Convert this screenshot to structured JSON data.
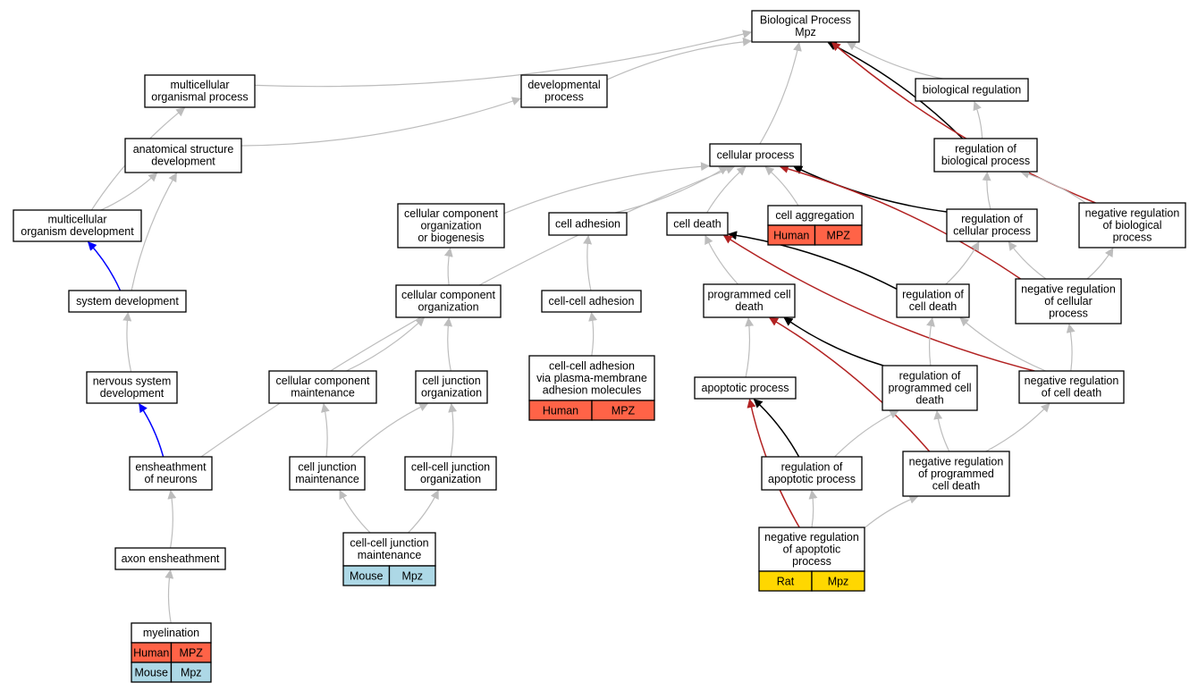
{
  "colors": {
    "human": "#ff6347",
    "mouse": "#add8e6",
    "rat": "#ffd700",
    "edge_default": "#bdbdbd",
    "edge_black": "#000000",
    "edge_blue": "#0000ff",
    "edge_red": "#b22222"
  },
  "nodes": [
    {
      "id": "bp",
      "lines": [
        "Biological Process",
        "Mpz"
      ]
    },
    {
      "id": "mop",
      "lines": [
        "multicellular",
        "organismal process"
      ]
    },
    {
      "id": "dp",
      "lines": [
        "developmental",
        "process"
      ]
    },
    {
      "id": "breg",
      "lines": [
        "biological regulation"
      ]
    },
    {
      "id": "asd",
      "lines": [
        "anatomical structure",
        "development"
      ]
    },
    {
      "id": "cp",
      "lines": [
        "cellular process"
      ]
    },
    {
      "id": "rbp",
      "lines": [
        "regulation of",
        "biological process"
      ]
    },
    {
      "id": "mod",
      "lines": [
        "multicellular",
        "organism development"
      ]
    },
    {
      "id": "ccob",
      "lines": [
        "cellular component",
        "organization",
        "or biogenesis"
      ]
    },
    {
      "id": "ca",
      "lines": [
        "cell adhesion"
      ]
    },
    {
      "id": "cd",
      "lines": [
        "cell death"
      ]
    },
    {
      "id": "cagg",
      "lines": [
        "cell aggregation"
      ],
      "tags": [
        [
          {
            "text": "Human",
            "color": "human"
          },
          {
            "text": "MPZ",
            "color": "human"
          }
        ]
      ]
    },
    {
      "id": "rcp",
      "lines": [
        "regulation of",
        "cellular process"
      ]
    },
    {
      "id": "nrbp",
      "lines": [
        "negative regulation",
        "of biological",
        "process"
      ]
    },
    {
      "id": "sd",
      "lines": [
        "system development"
      ]
    },
    {
      "id": "cco",
      "lines": [
        "cellular component",
        "organization"
      ]
    },
    {
      "id": "cca",
      "lines": [
        "cell-cell adhesion"
      ]
    },
    {
      "id": "pcd",
      "lines": [
        "programmed cell",
        "death"
      ]
    },
    {
      "id": "rcd",
      "lines": [
        "regulation of",
        "cell death"
      ]
    },
    {
      "id": "nrcp",
      "lines": [
        "negative regulation",
        "of cellular",
        "process"
      ]
    },
    {
      "id": "nsd",
      "lines": [
        "nervous system",
        "development"
      ]
    },
    {
      "id": "ccm",
      "lines": [
        "cellular component",
        "maintenance"
      ]
    },
    {
      "id": "cjo",
      "lines": [
        "cell junction",
        "organization"
      ]
    },
    {
      "id": "ccapm",
      "lines": [
        "cell-cell adhesion",
        "via plasma-membrane",
        "adhesion molecules"
      ],
      "tags": [
        [
          {
            "text": "Human",
            "color": "human"
          },
          {
            "text": "MPZ",
            "color": "human"
          }
        ]
      ]
    },
    {
      "id": "ap",
      "lines": [
        "apoptotic process"
      ]
    },
    {
      "id": "rpcd",
      "lines": [
        "regulation of",
        "programmed cell",
        "death"
      ]
    },
    {
      "id": "nrcd",
      "lines": [
        "negative regulation",
        "of cell death"
      ]
    },
    {
      "id": "en",
      "lines": [
        "ensheathment",
        "of neurons"
      ]
    },
    {
      "id": "cjm",
      "lines": [
        "cell junction",
        "maintenance"
      ]
    },
    {
      "id": "ccjo",
      "lines": [
        "cell-cell junction",
        "organization"
      ]
    },
    {
      "id": "rap",
      "lines": [
        "regulation of",
        "apoptotic process"
      ]
    },
    {
      "id": "nrpcd",
      "lines": [
        "negative regulation",
        "of programmed",
        "cell death"
      ]
    },
    {
      "id": "ae",
      "lines": [
        "axon ensheathment"
      ]
    },
    {
      "id": "ccjm",
      "lines": [
        "cell-cell junction",
        "maintenance"
      ],
      "tags": [
        [
          {
            "text": "Mouse",
            "color": "mouse"
          },
          {
            "text": "Mpz",
            "color": "mouse"
          }
        ]
      ]
    },
    {
      "id": "nrap",
      "lines": [
        "negative regulation",
        "of apoptotic",
        "process"
      ],
      "tags": [
        [
          {
            "text": "Rat",
            "color": "rat"
          },
          {
            "text": "Mpz",
            "color": "rat"
          }
        ]
      ]
    },
    {
      "id": "my",
      "lines": [
        "myelination"
      ],
      "tags": [
        [
          {
            "text": "Human",
            "color": "human"
          },
          {
            "text": "MPZ",
            "color": "human"
          }
        ],
        [
          {
            "text": "Mouse",
            "color": "mouse"
          },
          {
            "text": "Mpz",
            "color": "mouse"
          }
        ]
      ]
    }
  ],
  "edges": [
    {
      "from": "mop",
      "to": "bp",
      "kind": "default"
    },
    {
      "from": "dp",
      "to": "bp",
      "kind": "default"
    },
    {
      "from": "cp",
      "to": "bp",
      "kind": "default"
    },
    {
      "from": "breg",
      "to": "bp",
      "kind": "default"
    },
    {
      "from": "rbp",
      "to": "bp",
      "kind": "black"
    },
    {
      "from": "nrbp",
      "to": "bp",
      "kind": "red"
    },
    {
      "from": "asd",
      "to": "dp",
      "kind": "default"
    },
    {
      "from": "mod",
      "to": "mop",
      "kind": "default"
    },
    {
      "from": "mod",
      "to": "asd",
      "kind": "default"
    },
    {
      "from": "sd",
      "to": "asd",
      "kind": "default"
    },
    {
      "from": "sd",
      "to": "mod",
      "kind": "blue"
    },
    {
      "from": "nsd",
      "to": "sd",
      "kind": "default"
    },
    {
      "from": "en",
      "to": "nsd",
      "kind": "blue"
    },
    {
      "from": "en",
      "to": "cp",
      "kind": "default"
    },
    {
      "from": "ae",
      "to": "en",
      "kind": "default"
    },
    {
      "from": "my",
      "to": "ae",
      "kind": "default"
    },
    {
      "from": "rbp",
      "to": "breg",
      "kind": "default"
    },
    {
      "from": "rcp",
      "to": "rbp",
      "kind": "default"
    },
    {
      "from": "nrbp",
      "to": "rbp",
      "kind": "default"
    },
    {
      "from": "rcp",
      "to": "cp",
      "kind": "black"
    },
    {
      "from": "nrcp",
      "to": "cp",
      "kind": "red"
    },
    {
      "from": "ccob",
      "to": "cp",
      "kind": "default"
    },
    {
      "from": "ca",
      "to": "cp",
      "kind": "default"
    },
    {
      "from": "cd",
      "to": "cp",
      "kind": "default"
    },
    {
      "from": "cagg",
      "to": "cp",
      "kind": "default"
    },
    {
      "from": "cco",
      "to": "ccob",
      "kind": "default"
    },
    {
      "from": "ccm",
      "to": "cco",
      "kind": "default"
    },
    {
      "from": "cjo",
      "to": "cco",
      "kind": "default"
    },
    {
      "from": "cjm",
      "to": "ccm",
      "kind": "default"
    },
    {
      "from": "cjm",
      "to": "cjo",
      "kind": "default"
    },
    {
      "from": "ccjo",
      "to": "cjo",
      "kind": "default"
    },
    {
      "from": "ccjm",
      "to": "cjm",
      "kind": "default"
    },
    {
      "from": "ccjm",
      "to": "ccjo",
      "kind": "default"
    },
    {
      "from": "cca",
      "to": "ca",
      "kind": "default"
    },
    {
      "from": "ccapm",
      "to": "cca",
      "kind": "default"
    },
    {
      "from": "pcd",
      "to": "cd",
      "kind": "default"
    },
    {
      "from": "rcd",
      "to": "cd",
      "kind": "black"
    },
    {
      "from": "nrcd",
      "to": "cd",
      "kind": "red"
    },
    {
      "from": "rcd",
      "to": "rcp",
      "kind": "default"
    },
    {
      "from": "nrcp",
      "to": "rcp",
      "kind": "default"
    },
    {
      "from": "nrcp",
      "to": "nrbp",
      "kind": "default"
    },
    {
      "from": "nrcd",
      "to": "rcd",
      "kind": "default"
    },
    {
      "from": "nrcd",
      "to": "nrcp",
      "kind": "default"
    },
    {
      "from": "rpcd",
      "to": "rcd",
      "kind": "default"
    },
    {
      "from": "ap",
      "to": "pcd",
      "kind": "default"
    },
    {
      "from": "rpcd",
      "to": "pcd",
      "kind": "black"
    },
    {
      "from": "nrpcd",
      "to": "pcd",
      "kind": "red"
    },
    {
      "from": "nrpcd",
      "to": "rpcd",
      "kind": "default"
    },
    {
      "from": "nrpcd",
      "to": "nrcd",
      "kind": "default"
    },
    {
      "from": "rap",
      "to": "rpcd",
      "kind": "default"
    },
    {
      "from": "rap",
      "to": "ap",
      "kind": "black"
    },
    {
      "from": "nrap",
      "to": "ap",
      "kind": "red"
    },
    {
      "from": "nrap",
      "to": "rap",
      "kind": "default"
    },
    {
      "from": "nrap",
      "to": "nrpcd",
      "kind": "default"
    }
  ]
}
